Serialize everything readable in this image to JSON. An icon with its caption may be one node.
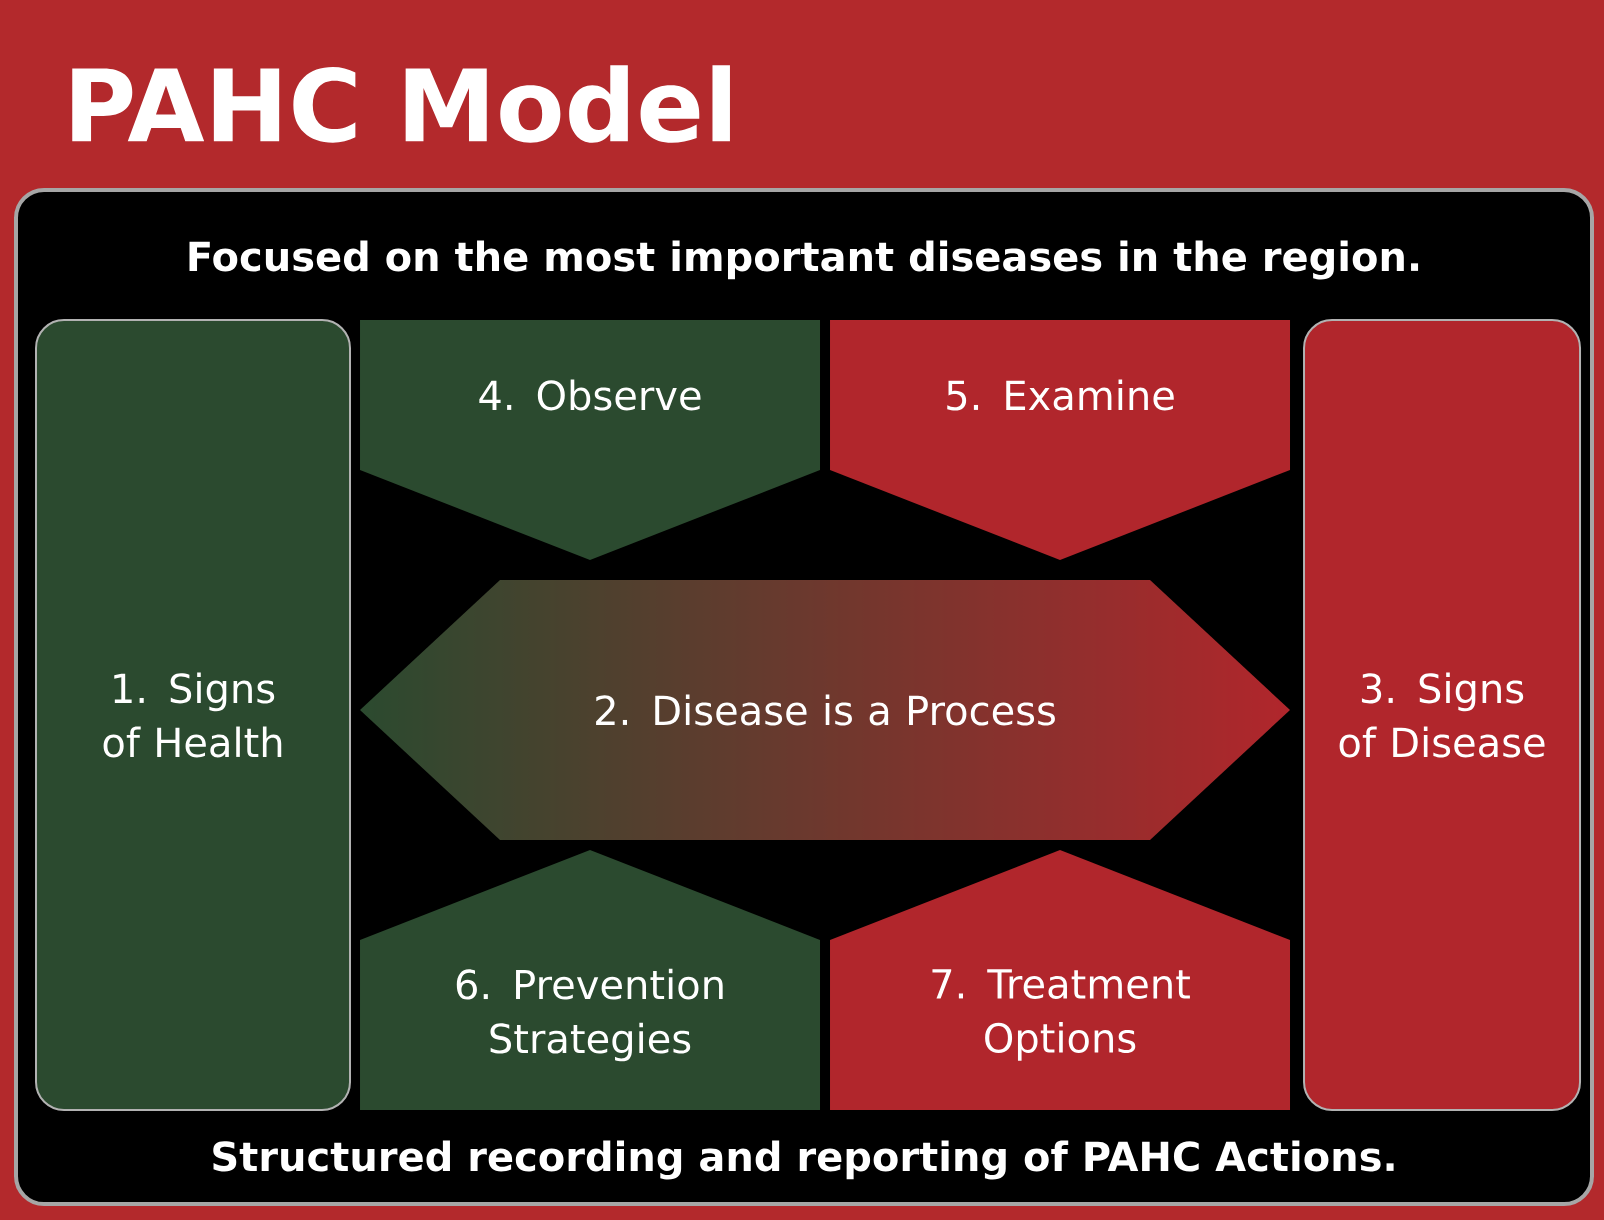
{
  "diagram": {
    "title": "PAHC Model",
    "nodes": [
      {
        "text": [
          "1. Signs of Health"
        ]
      },
      {
        "text": [
          "4. Observe"
        ]
      },
      {
        "text": [
          "5. Examine"
        ]
      },
      {
        "text": [
          "3. Signs of Disease"
        ]
      },
      {
        "text": [
          "2. Disease is a Process"
        ]
      },
      {
        "text": [
          "6. Prevention Strategies"
        ]
      },
      {
        "text": [
          "7. Treatment Options"
        ]
      }
    ],
    "labels": [
      "Focused on the most important diseases in the region.",
      "Structured recording and reporting of PAHC Actions."
    ]
  }
}
